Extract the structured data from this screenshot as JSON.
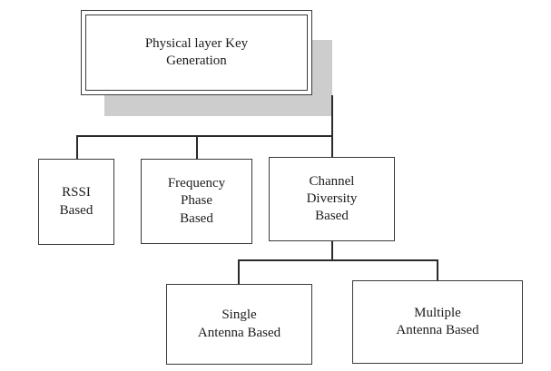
{
  "diagram": {
    "type": "hierarchy-tree",
    "title": "Physical layer Key Generation taxonomy",
    "colors": {
      "box_border": "#3a3a3a",
      "line": "#2a2a2a",
      "shadow": "#cdcdcd",
      "background": "#ffffff",
      "text": "#1c1c1c"
    },
    "nodes": {
      "root": {
        "label": "Physical layer Key\nGeneration",
        "style": "double-border-with-shadow"
      },
      "rssi": {
        "label": "RSSI\nBased",
        "style": "single-border"
      },
      "frequency": {
        "label": "Frequency\nPhase\nBased",
        "style": "single-border"
      },
      "channel": {
        "label": "Channel\nDiversity\nBased",
        "style": "single-border"
      },
      "single": {
        "label": "Single\nAntenna Based",
        "style": "single-border"
      },
      "multiple": {
        "label": "Multiple\nAntenna Based",
        "style": "single-border"
      }
    },
    "edges": [
      {
        "from": "root",
        "to": "rssi"
      },
      {
        "from": "root",
        "to": "frequency"
      },
      {
        "from": "root",
        "to": "channel"
      },
      {
        "from": "channel",
        "to": "single"
      },
      {
        "from": "channel",
        "to": "multiple"
      }
    ]
  }
}
